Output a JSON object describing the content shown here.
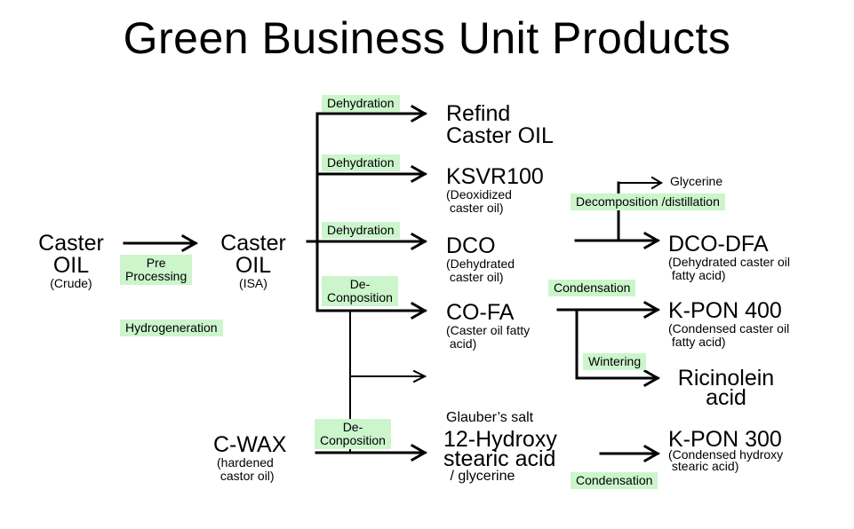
{
  "title": "Green Business Unit Products",
  "nodes": {
    "crude_oil": {
      "name": "Caster\nOIL",
      "line1": "Caster",
      "line2": "OIL",
      "sub": "(Crude)"
    },
    "isa_oil": {
      "line1": "Caster",
      "line2": "OIL",
      "sub": "(ISA)"
    },
    "c_wax": {
      "name": "C-WAX",
      "sub": "(hardened\n castor oil)"
    },
    "refind": {
      "line1": "Refind",
      "line2": "Caster OIL"
    },
    "ksvr100": {
      "name": "KSVR100",
      "sub": "(Deoxidized\n caster oil)"
    },
    "dco": {
      "name": "DCO",
      "sub": "(Dehydrated\n caster oil)"
    },
    "cofa": {
      "name": "CO-FA",
      "sub": "(Caster oil fatty\n acid)"
    },
    "glauber": {
      "line1": "Glauber’s salt",
      "line2": " / glycerine"
    },
    "hydroxy": {
      "line1": "12-Hydroxy",
      "line2": "stearic acid"
    },
    "glycerine": {
      "name": "Glycerine"
    },
    "dco_dfa": {
      "name": "DCO-DFA",
      "sub": "(Dehydrated caster oil\n fatty acid)"
    },
    "kpon400": {
      "name": "K-PON 400",
      "sub": "(Condensed caster oil\n fatty acid)"
    },
    "ricinolein": {
      "line1": "Ricinolein",
      "line2": "acid"
    },
    "kpon300": {
      "name": "K-PON 300",
      "sub": "(Condensed hydroxy\n stearic acid)"
    }
  },
  "process_labels": {
    "pre_processing": "Pre\nProcessing",
    "hydrogeneration": "Hydrogeneration",
    "dehydration_1": "Dehydration",
    "dehydration_2": "Dehydration",
    "dehydration_3": "Dehydration",
    "decomposition_1": "De-\nConposition",
    "decomposition_2": "De-\nConposition",
    "decomposition_distillation": "Decomposition /distillation",
    "condensation_1": "Condensation",
    "wintering": "Wintering",
    "condensation_2": "Condensation"
  },
  "colors": {
    "label_bg": "#ccf5cc",
    "line": "#000000"
  }
}
